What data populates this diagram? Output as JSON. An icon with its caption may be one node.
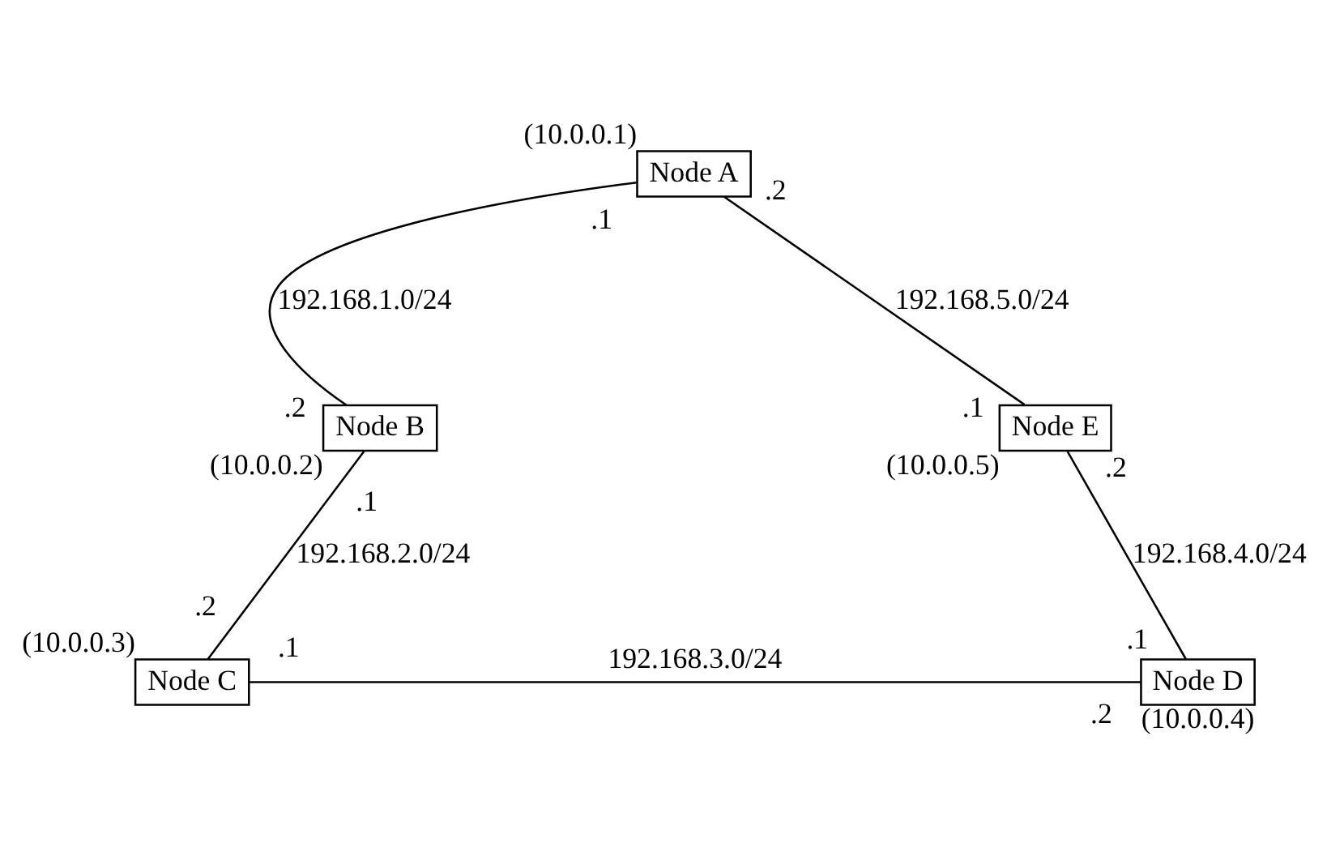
{
  "diagram": {
    "nodes": [
      {
        "text": [
          "Node A"
        ],
        "beside": [
          "(10.0.0.1)"
        ]
      },
      {
        "text": [
          "Node B"
        ],
        "beside": [
          "(10.0.0.2)"
        ]
      },
      {
        "text": [
          "Node E"
        ],
        "beside": [
          "(10.0.0.5)"
        ]
      },
      {
        "text": [
          "Node C"
        ],
        "beside": [
          "(10.0.0.3)"
        ]
      },
      {
        "text": [
          "Node D"
        ],
        "beside": [
          "(10.0.0.4)"
        ]
      }
    ],
    "edges": [
      {
        "from": 0,
        "to": 1,
        "arrow": "none",
        "label": "192.168.1.0/24"
      },
      {
        "from": 0,
        "to": 2,
        "arrow": "none",
        "label": "192.168.5.0/24"
      },
      {
        "from": 1,
        "to": 3,
        "arrow": "none",
        "label": "192.168.2.0/24"
      },
      {
        "from": 2,
        "to": 4,
        "arrow": "none",
        "label": "192.168.4.0/24"
      },
      {
        "from": 3,
        "to": 4,
        "arrow": "none",
        "label": "192.168.3.0/24"
      }
    ],
    "labels": [
      ".1",
      ".2",
      ".2",
      ".1",
      ".1",
      ".2",
      ".1",
      ".2",
      ".1",
      ".2"
    ]
  }
}
